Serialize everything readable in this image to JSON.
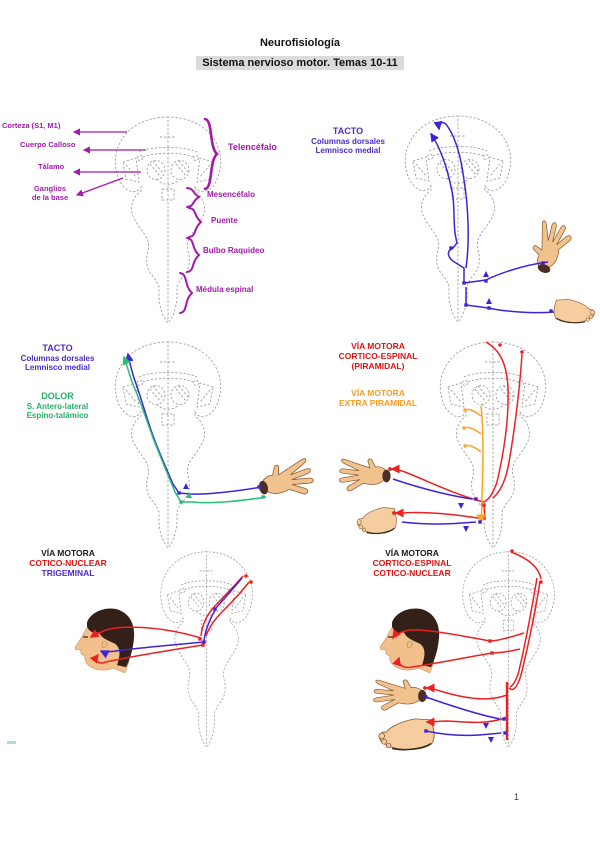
{
  "page": {
    "title": "Neurofisiología",
    "subtitle": "Sistema nervioso motor. Temas 10-11",
    "page_number": "1"
  },
  "anatomy": {
    "corteza": "Corteza (S1, M1)",
    "cuerpo_calloso": "Cuerpo Calloso",
    "talamo": "Tálamo",
    "ganglios": "Ganglios\nde la base",
    "telencefalo": "Telencéfalo",
    "mesencefalo": "Mesencéfalo",
    "puente": "Puente",
    "bulbo": "Bulbo Raquideo",
    "medula": "Médula espinal"
  },
  "tacto_right": {
    "l1": "TACTO",
    "l2": "Columnas dorsales",
    "l3": "Lemnisco medial"
  },
  "tacto_dolor": {
    "tacto": {
      "l1": "TACTO",
      "l2": "Columnas dorsales",
      "l3": "Lemnisco medial"
    },
    "dolor": {
      "l1": "DOLOR",
      "l2": "S. Antero-lateral",
      "l3": "Espino-talámico"
    }
  },
  "motora": {
    "piramidal": {
      "l1": "VÍA MOTORA",
      "l2": "CORTICO-ESPINAL",
      "l3": "(PIRAMIDAL)"
    },
    "extrapiramidal": {
      "l1": "VÍA MOTORA",
      "l2": "EXTRA PIRAMIDAL"
    }
  },
  "trigeminal": {
    "l1": "VÍA MOTORA",
    "l2": "COTICO-NUCLEAR",
    "l3": "TRIGEMINAL"
  },
  "cortico_nuclear": {
    "l1": "VÍA MOTORA",
    "l2": "CORTICO-ESPINAL",
    "l3": "COTICO-NUCLEAR"
  },
  "colors": {
    "purple_labels": "#A21AA8",
    "blue_text": "#4D2BC7",
    "blue_line": "#4022DC",
    "green_text": "#25AF66",
    "green_line": "#2BBE75",
    "red_text": "#E21212",
    "red_line": "#EC2121",
    "orange_text": "#F89C1B",
    "orange_line": "#FFA228",
    "highlight": "#DBDBDB"
  },
  "icons": {
    "brain": "brain-coronal-section-illustration",
    "hand": "hand-illustration",
    "foot": "foot-illustration",
    "head": "head-profile-illustration"
  }
}
